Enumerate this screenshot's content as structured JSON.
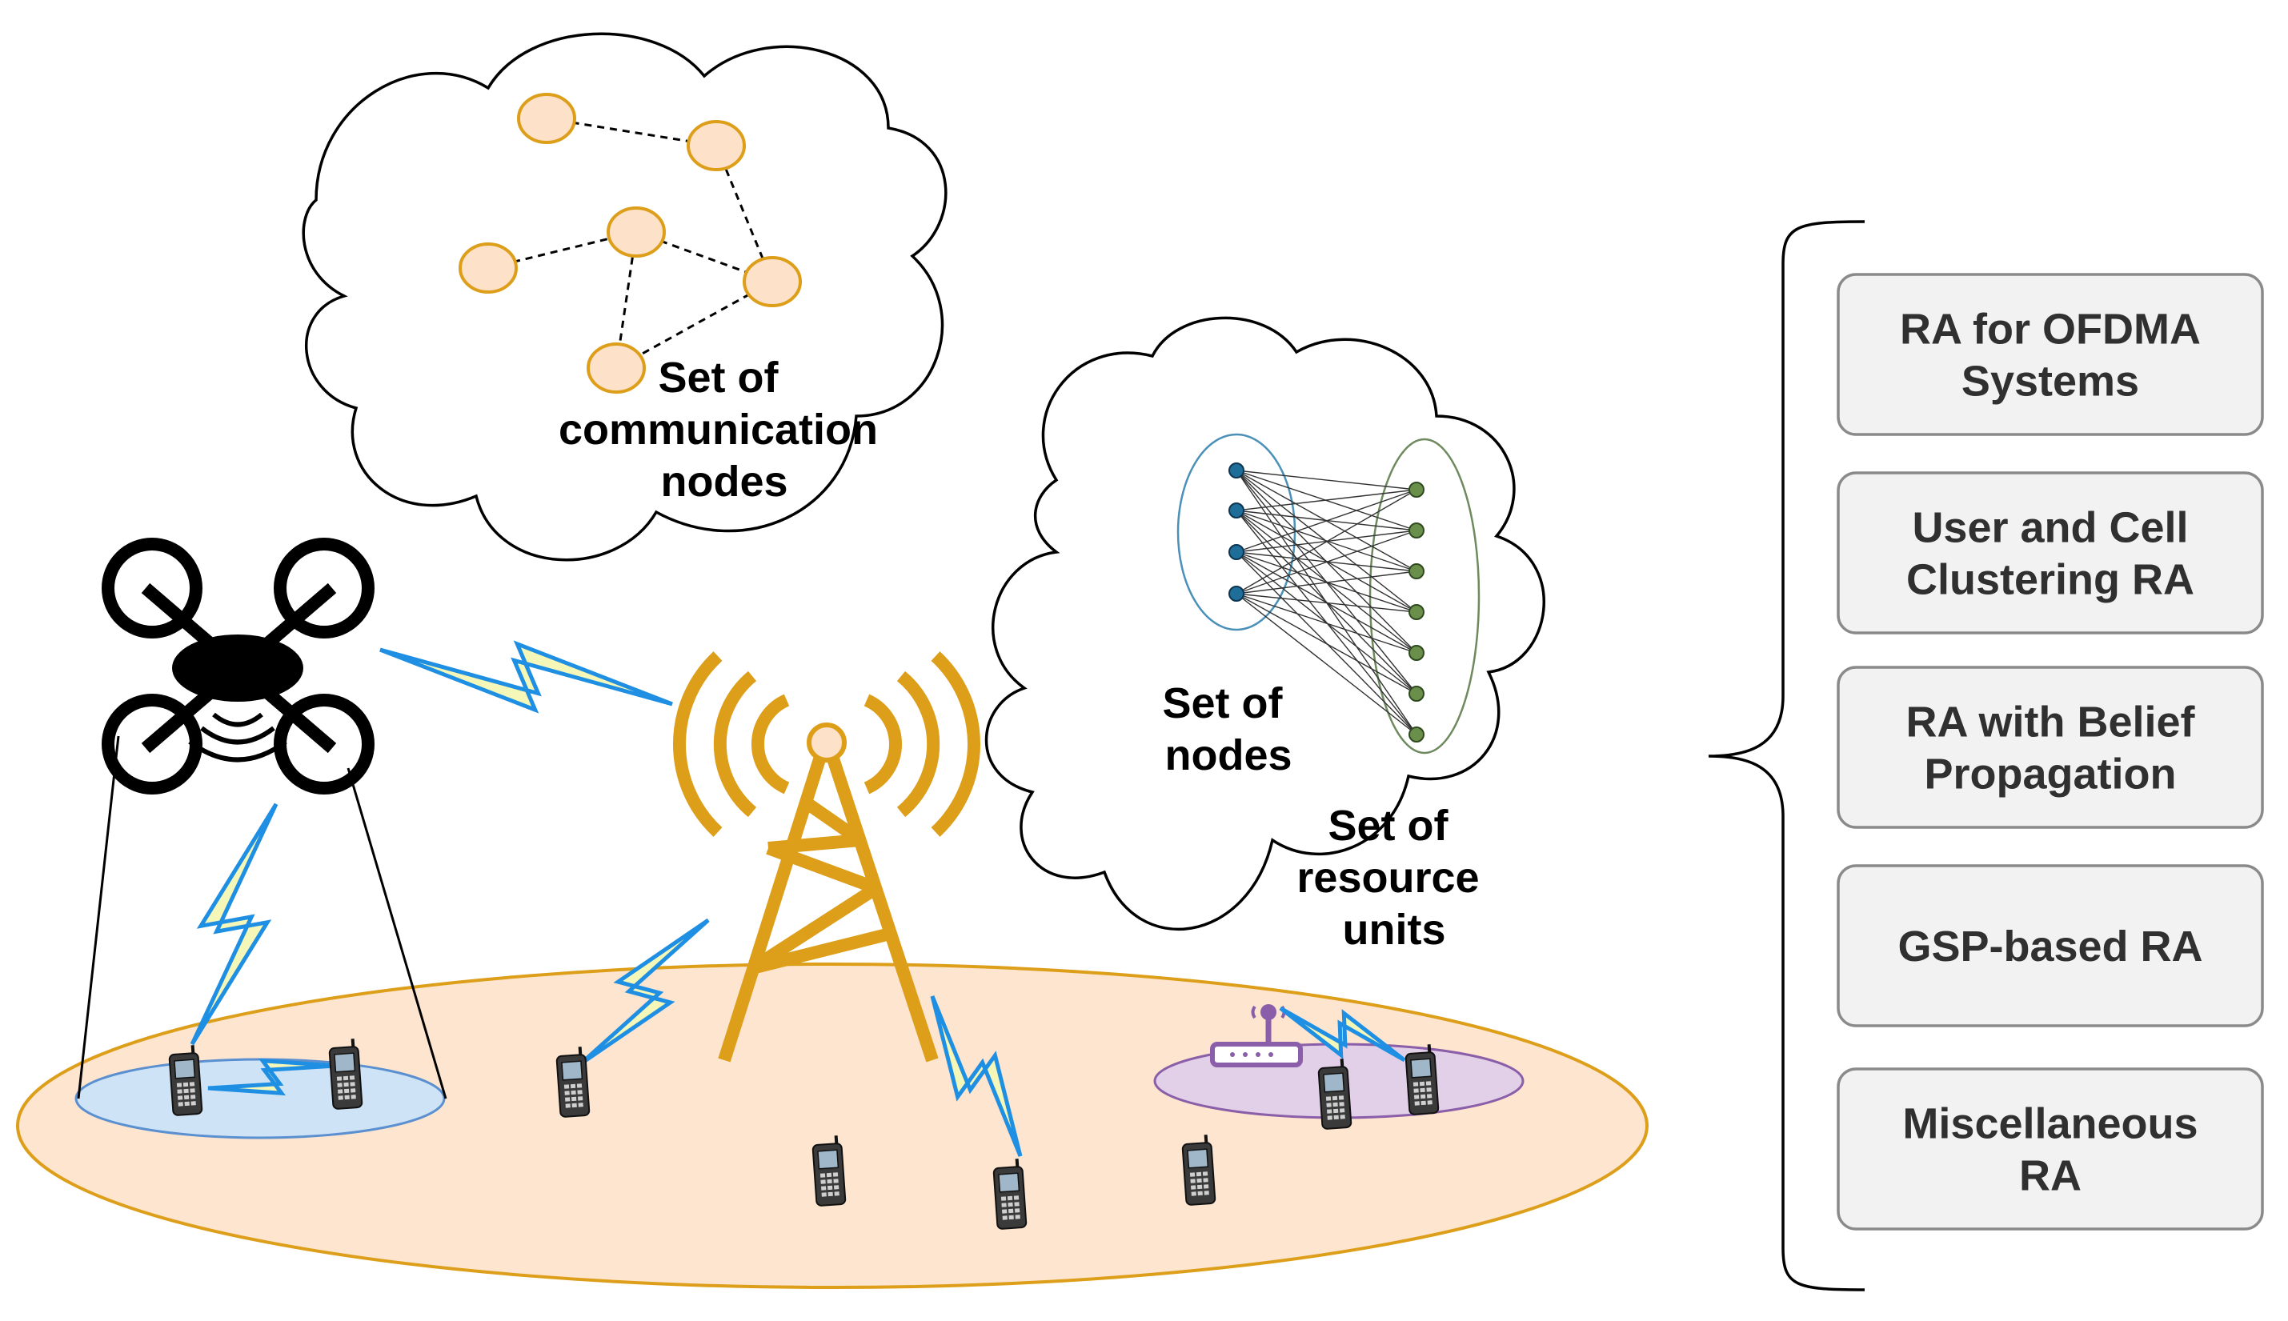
{
  "clouds": {
    "communication": {
      "lines": [
        "Set of",
        "communication",
        "nodes"
      ]
    },
    "nodes": {
      "lines": [
        "Set of",
        "nodes"
      ]
    },
    "resources": {
      "lines": [
        "Set of",
        "resource",
        "units"
      ]
    }
  },
  "categories": [
    {
      "lines": [
        "RA for OFDMA",
        "Systems"
      ]
    },
    {
      "lines": [
        "User and Cell",
        "Clustering RA"
      ]
    },
    {
      "lines": [
        "RA with Belief",
        "Propagation"
      ]
    },
    {
      "lines": [
        "GSP-based RA"
      ]
    },
    {
      "lines": [
        "Miscellaneous",
        "RA"
      ]
    }
  ],
  "colors": {
    "ground": "#fde5cf",
    "ground_stroke": "#dd9e1a",
    "tower": "#dd9e1a",
    "node_fill": "#fde1c8",
    "node_stroke": "#dd9e1a",
    "bolt_fill": "#f5f7b8",
    "bolt_stroke": "#1f8fe3",
    "uav_cell": "#cfe3f7",
    "small_cell": "#e2d0e8",
    "box_fill": "#f2f2f2",
    "box_stroke": "#8a8a8a"
  },
  "icons": [
    "uav-drone-icon",
    "cell-tower-icon",
    "mobile-phone-icon",
    "wifi-router-icon"
  ]
}
